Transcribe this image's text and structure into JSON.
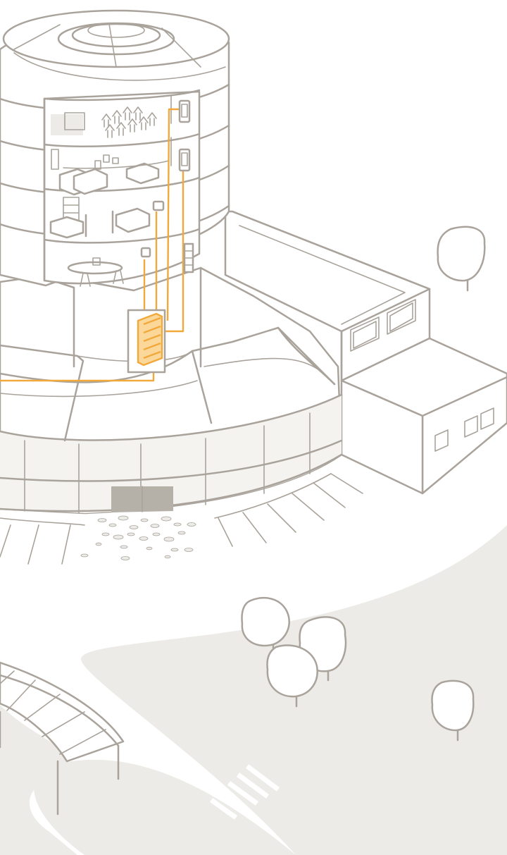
{
  "palette": {
    "line": "#a9a39b",
    "fill": "#ffffff",
    "ground": "#ecebe7",
    "wire": "#f2a93b",
    "wire_fill": "#fbd79a",
    "glass": "#f4f3f0",
    "door": "#b5b0a8"
  },
  "scene": {
    "building": "round-office-tower",
    "floors": [
      "conference-room",
      "open-office",
      "lounge-office",
      "meeting-room"
    ],
    "annexes": [
      "upper-annex",
      "lower-annex"
    ],
    "trees": 5,
    "central_unit": "distribution-cabinet",
    "room_devices": 4
  }
}
